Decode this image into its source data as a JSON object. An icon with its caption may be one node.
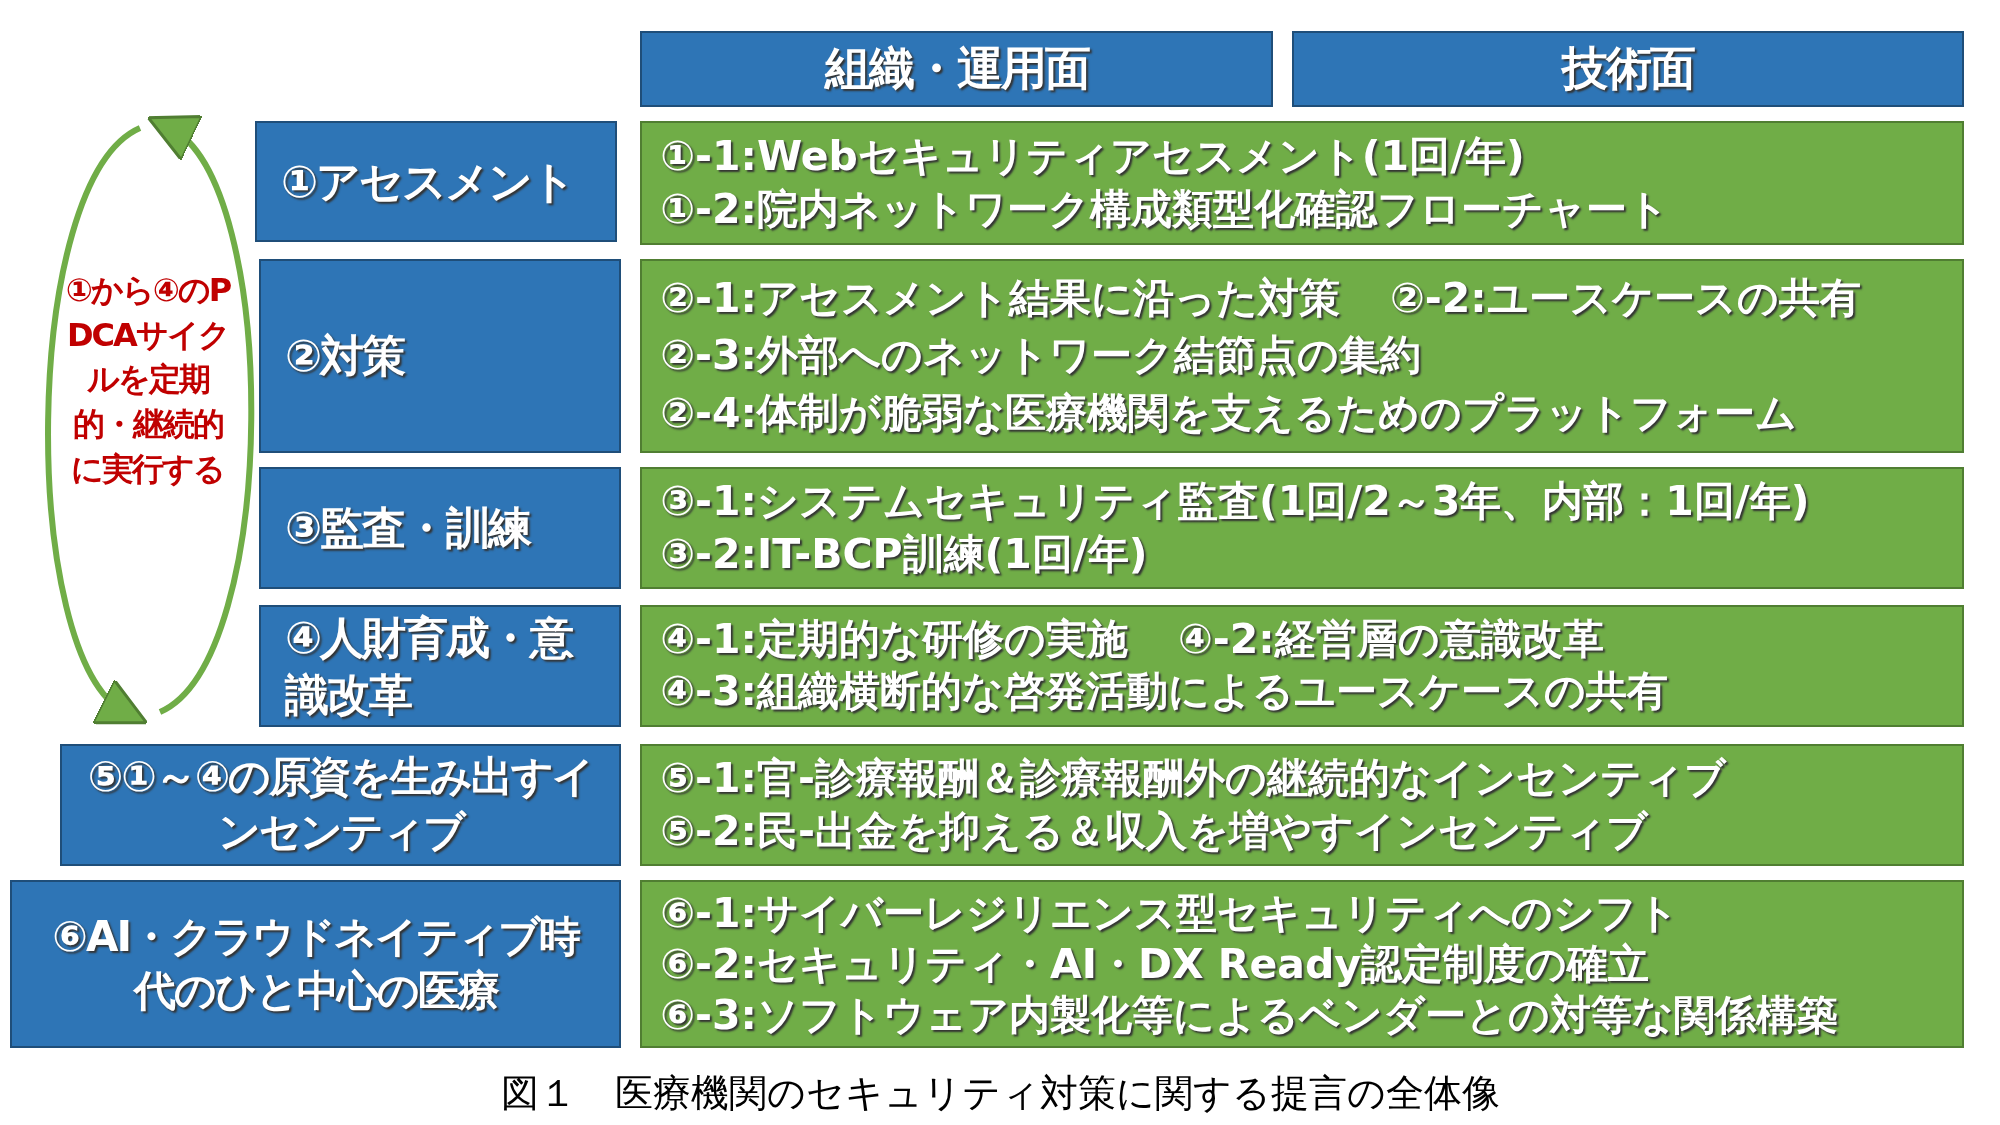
{
  "diagram": {
    "caption": "図１　医療機関のセキュリティ対策に関する提言の全体像",
    "nodes": [
      {
        "text": [
          "組織・運用面"
        ]
      },
      {
        "text": [
          "技術面"
        ]
      },
      {
        "text": [
          "①から④のPDCAサイクルを定期的・継続的に実行する"
        ]
      },
      {
        "text": [
          "①アセスメント"
        ]
      },
      {
        "text": [
          "①-1:Webセキュリティアセスメント(1回/年)",
          "①-2:院内ネットワーク構成類型化確認フローチャート"
        ]
      },
      {
        "text": [
          "②対策"
        ]
      },
      {
        "text": [
          "②-1:アセスメント結果に沿った対策",
          "②-2:ユースケースの共有",
          "②-3:外部へのネットワーク結節点の集約",
          "②-4:体制が脆弱な医療機関を支えるためのプラットフォーム"
        ]
      },
      {
        "text": [
          "③監査・訓練"
        ]
      },
      {
        "text": [
          "③-1:システムセキュリティ監査(1回/2～3年、内部：1回/年)",
          "③-2:IT-BCP訓練(1回/年)"
        ]
      },
      {
        "text": [
          "④人財育成・意識改革"
        ]
      },
      {
        "text": [
          "④-1:定期的な研修の実施",
          "④-2:経営層の意識改革",
          "④-3:組織横断的な啓発活動によるユースケースの共有"
        ]
      },
      {
        "text": [
          "⑤①～④の原資を生み出すインセンティブ"
        ]
      },
      {
        "text": [
          "⑤-1:官-診療報酬＆診療報酬外の継続的なインセンティブ",
          "⑤-2:民-出金を抑える＆収入を増やすインセンティブ"
        ]
      },
      {
        "text": [
          "⑥AI・クラウドネイティブ時代のひと中心の医療"
        ]
      },
      {
        "text": [
          "⑥-1:サイバーレジリエンス型セキュリティへのシフト",
          "⑥-2:セキュリティ・AI・DX Ready認定制度の確立",
          "⑥-3:ソフトウェア内製化等によるベンダーとの対等な関係構築"
        ]
      }
    ],
    "edges": []
  }
}
